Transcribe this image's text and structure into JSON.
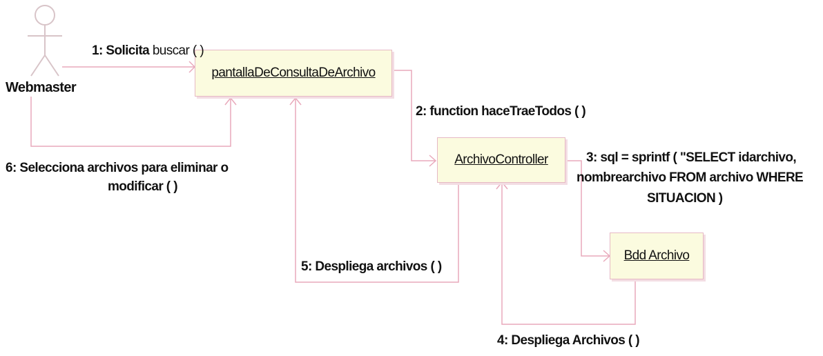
{
  "actor": {
    "name": "Webmaster"
  },
  "objects": {
    "pantalla": "pantallaDeConsultaDeArchivo",
    "controller": "ArchivoController",
    "bdd": "Bdd Archivo"
  },
  "messages": {
    "m1_prefix": "1: Solicita ",
    "m1_op": "buscar ( )",
    "m2": "2: function haceTraeTodos  ( )",
    "m3_line1": "3: sql = sprintf ( \"SELECT idarchivo,",
    "m3_line2": "nombrearchivo FROM archivo WHERE",
    "m3_line3": "SITUACION )",
    "m4": "4: Despliega Archivos ( )",
    "m5": "5: Despliega archivos ( )",
    "m6_line1": "6: Selecciona archivos para eliminar o",
    "m6_line2": "modificar ( )"
  },
  "colors": {
    "line": "#e9a9bb",
    "object_fill": "#fbfbdf",
    "actor_stroke": "#d8c4c8"
  }
}
